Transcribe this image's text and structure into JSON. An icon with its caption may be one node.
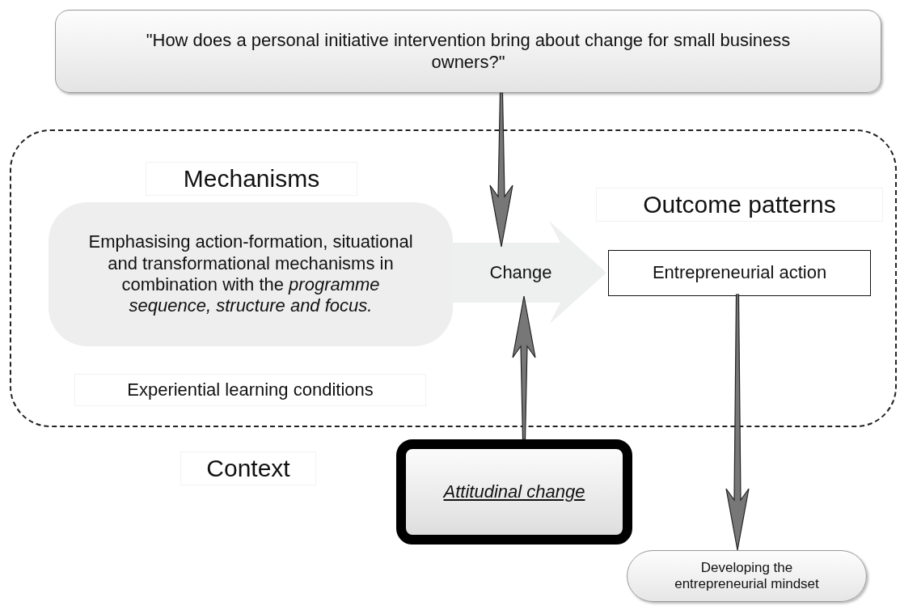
{
  "diagram": {
    "nodes": [
      {
        "text": [
          "\"How does a personal initiative intervention bring about change for small business owners?\""
        ]
      },
      {
        "text": [],
        "shape": "box"
      },
      {
        "text": [
          "Mechanisms"
        ],
        "in": 1
      },
      {
        "text": [
          "Emphasising action-formation, situational and transformational mechanisms in combination with the *programme sequence, structure and focus.*"
        ],
        "in": 1
      },
      {
        "text": [
          "Outcome patterns"
        ],
        "in": 1
      },
      {
        "text": [
          "Entrepreneurial action"
        ],
        "in": 1
      },
      {
        "text": [
          "Experiential learning conditions"
        ],
        "in": 1
      },
      {
        "text": [
          "Context"
        ]
      },
      {
        "text": [
          "Attitudinal change"
        ]
      },
      {
        "text": [
          "Developing the entrepreneurial mindset"
        ]
      }
    ],
    "edges": [
      {
        "from": 3,
        "to": 5,
        "arrow": "to",
        "label": "Change",
        "style": "thick",
        "color": "#eef0ef"
      },
      {
        "from": 0,
        "to": null,
        "arrow": "to"
      },
      {
        "from": 8,
        "to": null,
        "arrow": "to"
      },
      {
        "from": 5,
        "to": 9,
        "arrow": "to"
      }
    ]
  }
}
